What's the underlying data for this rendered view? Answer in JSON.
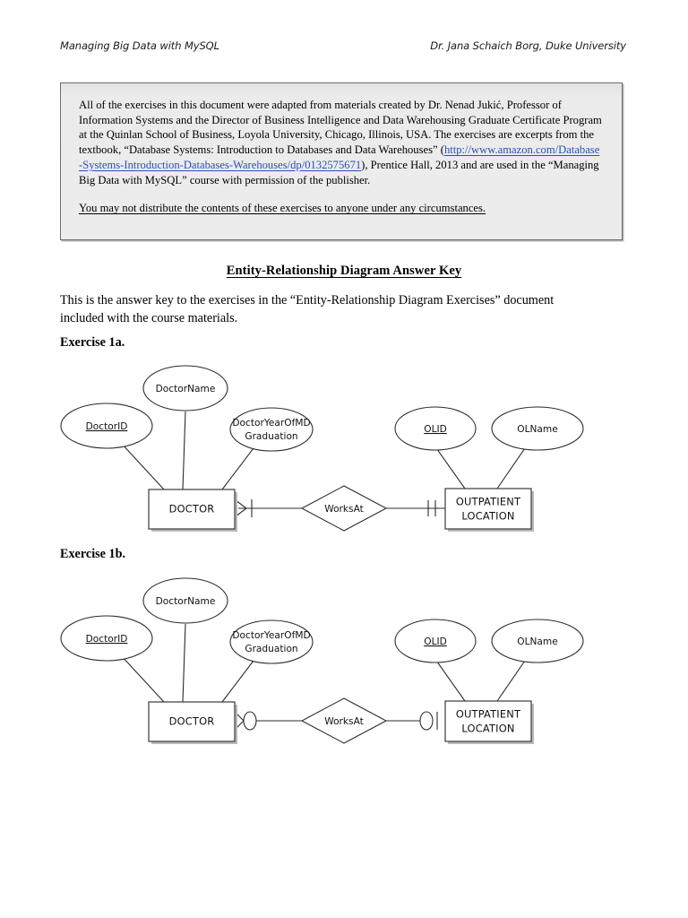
{
  "header": {
    "left": "Managing Big Data with MySQL",
    "right": "Dr. Jana Schaich Borg, Duke University"
  },
  "disclaimer": {
    "body_part1": "All of the exercises in this document were adapted from materials created by Dr. Nenad Jukić, Professor of Information Systems and the Director of Business Intelligence and Data Warehousing Graduate Certificate Program at the Quinlan School of Business, Loyola University, Chicago, Illinois, USA.  The exercises are excerpts from the textbook, “Database Systems: Introduction to Databases and Data Warehouses” (",
    "link_text": "http://www.amazon.com/Database-Systems-Introduction-Databases-Warehouses/dp/0132575671",
    "body_part2": "), Prentice Hall, 2013 and are used in the “Managing Big Data with MySQL” course with permission of the publisher.",
    "warning": "You may not distribute the contents of these exercises to anyone under any circumstances."
  },
  "title": "Entity-Relationship Diagram Answer Key",
  "intro": "This is the answer key to the exercises in the “Entity-Relationship Diagram Exercises” document included with the course materials.",
  "exercises": [
    {
      "label": "Exercise 1a.",
      "diagram": {
        "entities": [
          {
            "name": "DOCTOR",
            "lines": [
              "DOCTOR"
            ]
          },
          {
            "name": "OUTPATIENT LOCATION",
            "lines": [
              "OUTPATIENT",
              "LOCATION"
            ]
          }
        ],
        "relationship": "WorksAt",
        "attributes": [
          {
            "name": "DoctorID",
            "lines": [
              "DoctorID"
            ],
            "key": true
          },
          {
            "name": "DoctorName",
            "lines": [
              "DoctorName"
            ],
            "key": false
          },
          {
            "name": "DoctorYearOfMDGraduation",
            "lines": [
              "DoctorYearOfMD",
              "Graduation"
            ],
            "key": false
          },
          {
            "name": "OLID",
            "lines": [
              "OLID"
            ],
            "key": true
          },
          {
            "name": "OLName",
            "lines": [
              "OLName"
            ],
            "key": false
          }
        ],
        "cardinality": {
          "doctor_side": "many-mandatory",
          "location_side": "one-mandatory"
        }
      }
    },
    {
      "label": "Exercise 1b.",
      "diagram": {
        "entities": [
          {
            "name": "DOCTOR",
            "lines": [
              "DOCTOR"
            ]
          },
          {
            "name": "OUTPATIENT LOCATION",
            "lines": [
              "OUTPATIENT",
              "LOCATION"
            ]
          }
        ],
        "relationship": "WorksAt",
        "attributes": [
          {
            "name": "DoctorID",
            "lines": [
              "DoctorID"
            ],
            "key": true
          },
          {
            "name": "DoctorName",
            "lines": [
              "DoctorName"
            ],
            "key": false
          },
          {
            "name": "DoctorYearOfMDGraduation",
            "lines": [
              "DoctorYearOfMD",
              "Graduation"
            ],
            "key": false
          },
          {
            "name": "OLID",
            "lines": [
              "OLID"
            ],
            "key": true
          },
          {
            "name": "OLName",
            "lines": [
              "OLName"
            ],
            "key": false
          }
        ],
        "cardinality": {
          "doctor_side": "many-optional",
          "location_side": "one-optional"
        }
      }
    }
  ],
  "colors": {
    "link": "#2a4fb8",
    "box_fill": "#ececec",
    "box_border": "#6c6c6c",
    "stroke": "#2b2b2b"
  }
}
